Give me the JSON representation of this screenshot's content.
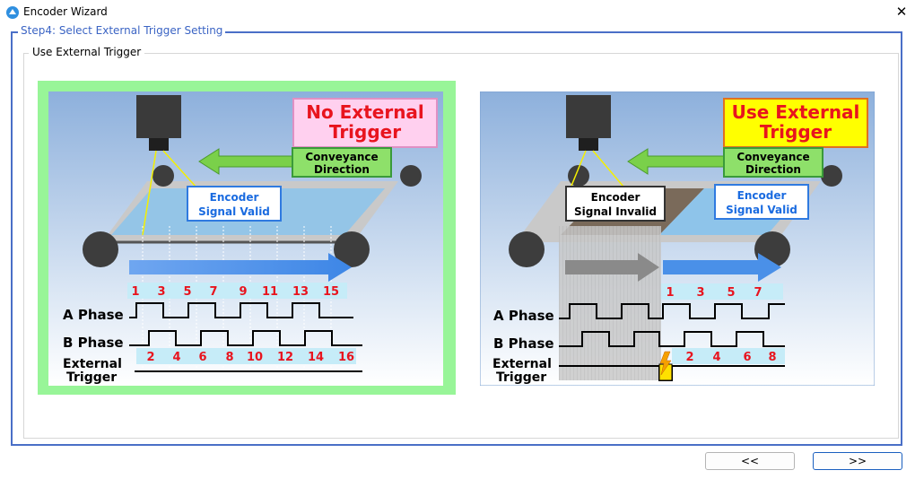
{
  "window": {
    "title": "Encoder Wizard",
    "close_label": "✕"
  },
  "step": {
    "title": "Step4: Select External Trigger Setting"
  },
  "group": {
    "title": "Use External Trigger"
  },
  "left_diagram": {
    "heading_line1": "No External",
    "heading_line2": "Trigger",
    "conveyance_line1": "Conveyance",
    "conveyance_line2": "Direction",
    "signal_line1": "Encoder",
    "signal_line2": "Signal Valid",
    "phase_a": "A Phase",
    "phase_b": "B Phase",
    "trigger_line1": "External",
    "trigger_line2": "Trigger",
    "a_counts": [
      "1",
      "3",
      "5",
      "7",
      "9",
      "11",
      "13",
      "15"
    ],
    "b_counts": [
      "2",
      "4",
      "6",
      "8",
      "10",
      "12",
      "14",
      "16"
    ]
  },
  "right_diagram": {
    "heading_line1": "Use External",
    "heading_line2": "Trigger",
    "conveyance_line1": "Conveyance",
    "conveyance_line2": "Direction",
    "invalid_line1": "Encoder",
    "invalid_line2": "Signal Invalid",
    "signal_line1": "Encoder",
    "signal_line2": "Signal Valid",
    "phase_a": "A Phase",
    "phase_b": "B Phase",
    "trigger_line1": "External",
    "trigger_line2": "Trigger",
    "a_counts": [
      "1",
      "3",
      "5",
      "7"
    ],
    "b_counts": [
      "2",
      "4",
      "6",
      "8"
    ]
  },
  "buttons": {
    "prev_label": "<<",
    "next_label": ">>"
  },
  "colors": {
    "accent": "#4a6fc7",
    "panel_highlight": "#98f598",
    "count_text": "#e8141e"
  }
}
